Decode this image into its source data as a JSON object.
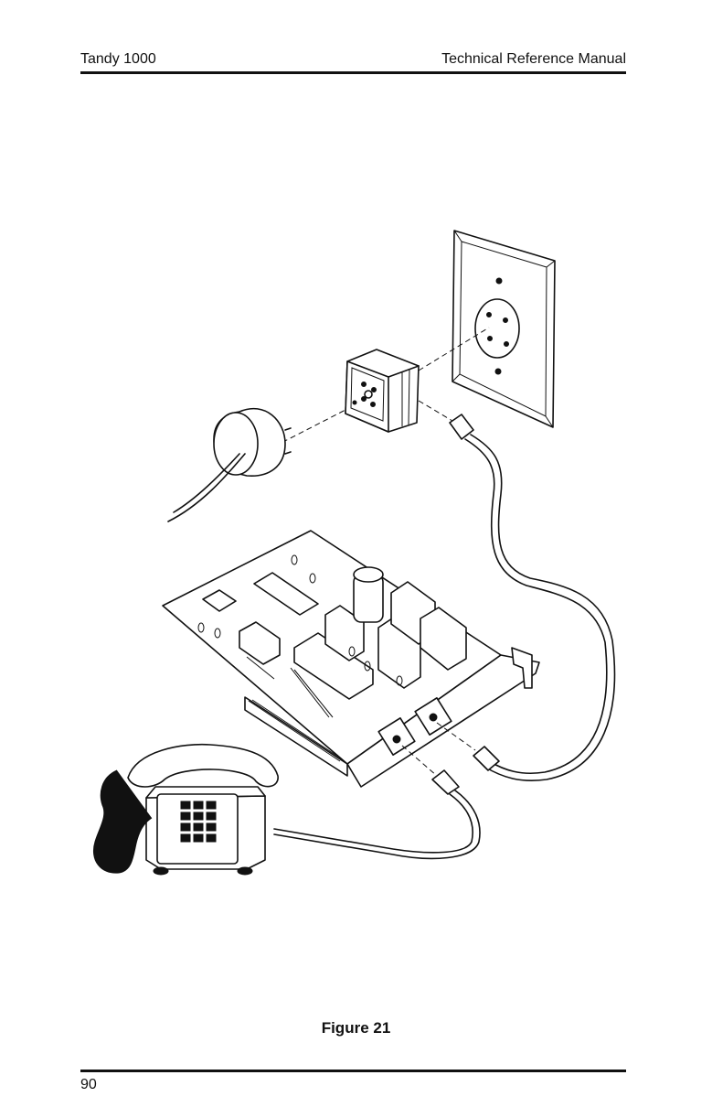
{
  "header": {
    "left": "Tandy 1000",
    "right": "Technical Reference Manual"
  },
  "figure": {
    "caption": "Figure 21"
  },
  "footer": {
    "page_number": "90"
  }
}
